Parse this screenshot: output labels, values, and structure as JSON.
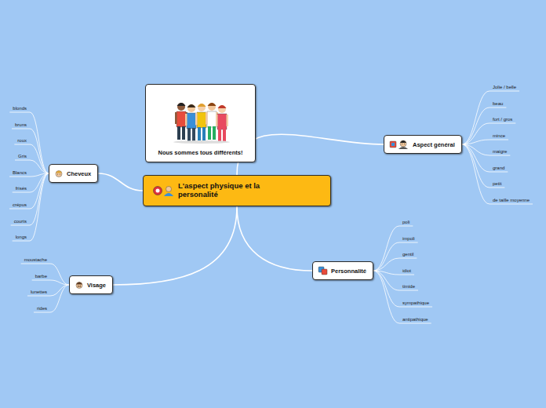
{
  "diagram": {
    "nodes": [
      {
        "text": [
          "Nous sommes tous différents!"
        ]
      },
      {
        "text": [
          "L'aspect physique et la personalité"
        ]
      },
      {
        "text": [
          "Cheveux"
        ]
      },
      {
        "text": [
          "Aspect général"
        ]
      },
      {
        "text": [
          "Visage"
        ]
      },
      {
        "text": [
          "Personnalité"
        ]
      }
    ],
    "edges": [
      {
        "from": 1,
        "to": 2,
        "arrow": "none"
      },
      {
        "from": 1,
        "to": 3,
        "arrow": "none"
      },
      {
        "from": 1,
        "to": 4,
        "arrow": "none"
      },
      {
        "from": 1,
        "to": 5,
        "arrow": "none"
      }
    ],
    "labels": [
      "blonds",
      "bruns",
      "roux",
      "Gris",
      "Blancs",
      "frisés",
      "crépus",
      "courts",
      "longs",
      "moustache",
      "barbe",
      "lunettes",
      "rides",
      "Jolie / belle",
      "beau",
      "fort / gros",
      "mince",
      "maigre",
      "grand",
      "petit",
      "de taille moyenne",
      "poli",
      "impoli",
      "gentil",
      "idiot",
      "timide",
      "sympathique",
      "antipathique"
    ]
  }
}
